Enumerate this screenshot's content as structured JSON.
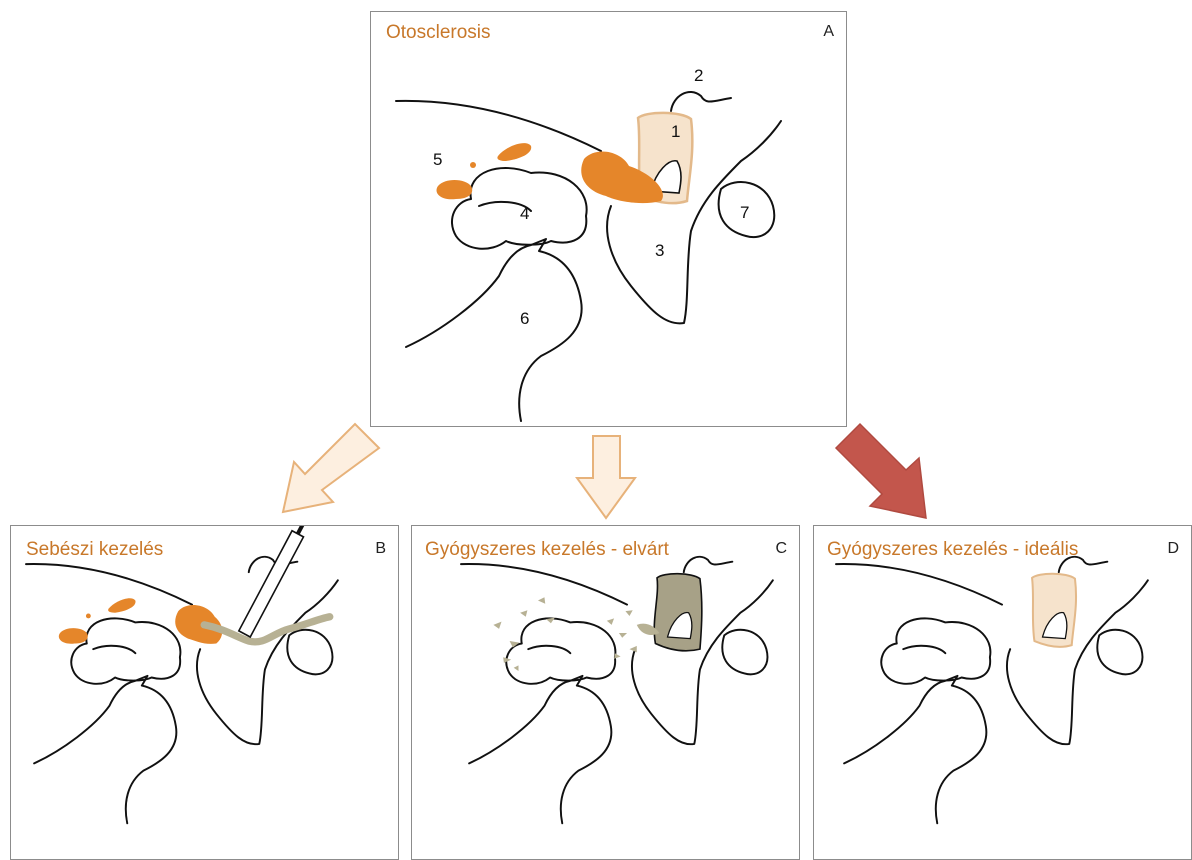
{
  "panels": {
    "a": {
      "title": "Otosclerosis",
      "letter": "A"
    },
    "b": {
      "title": "Sebészi kezelés",
      "letter": "B"
    },
    "c": {
      "title": "Gyógyszeres kezelés - elvárt",
      "letter": "C"
    },
    "d": {
      "title": "Gyógyszeres kezelés - ideális",
      "letter": "D"
    }
  },
  "labels": [
    "1",
    "2",
    "3",
    "4",
    "5",
    "6",
    "7"
  ],
  "colors": {
    "otosclerosis": "#e5862a",
    "stapes_fill": "#f6e3cc",
    "stapes_outline": "#e3b98a",
    "drug_particles": "#b7b194",
    "treated_stapes": "#a7a187",
    "arrow_light_fill": "#fdefe0",
    "arrow_light_stroke": "#e7b27a",
    "arrow_ideal": "#c3564c",
    "title": "#c8782a",
    "border": "#8c8c8c"
  }
}
